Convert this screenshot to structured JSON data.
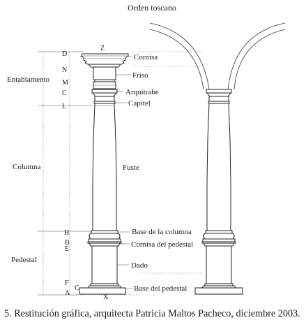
{
  "title": "Orden toscano",
  "caption": "5. Restitución gráfica, arquitecta Patricia Maltos Pacheco, diciembre 2003.",
  "section_labels": {
    "entablamento": "Entablamento",
    "columna": "Columna",
    "pedestal": "Pedestal"
  },
  "letters": {
    "D": "D",
    "N": "N",
    "M": "M",
    "C_top": "C",
    "L": "L",
    "H": "H",
    "B": "B",
    "E": "E",
    "F": "F",
    "A": "A",
    "C_bottom": "C",
    "Z": "Z",
    "X": "X"
  },
  "part_labels": {
    "cornisa": "Cornisa",
    "friso": "Friso",
    "arquitrabe": "Arquitrabe",
    "capitel": "Capitel",
    "fuste": "Fuste",
    "base_columna": "Base de la columna",
    "cornisa_pedestal": "Cornisa del pedestal",
    "dado": "Dado",
    "base_pedestal": "Base del pedestal"
  }
}
